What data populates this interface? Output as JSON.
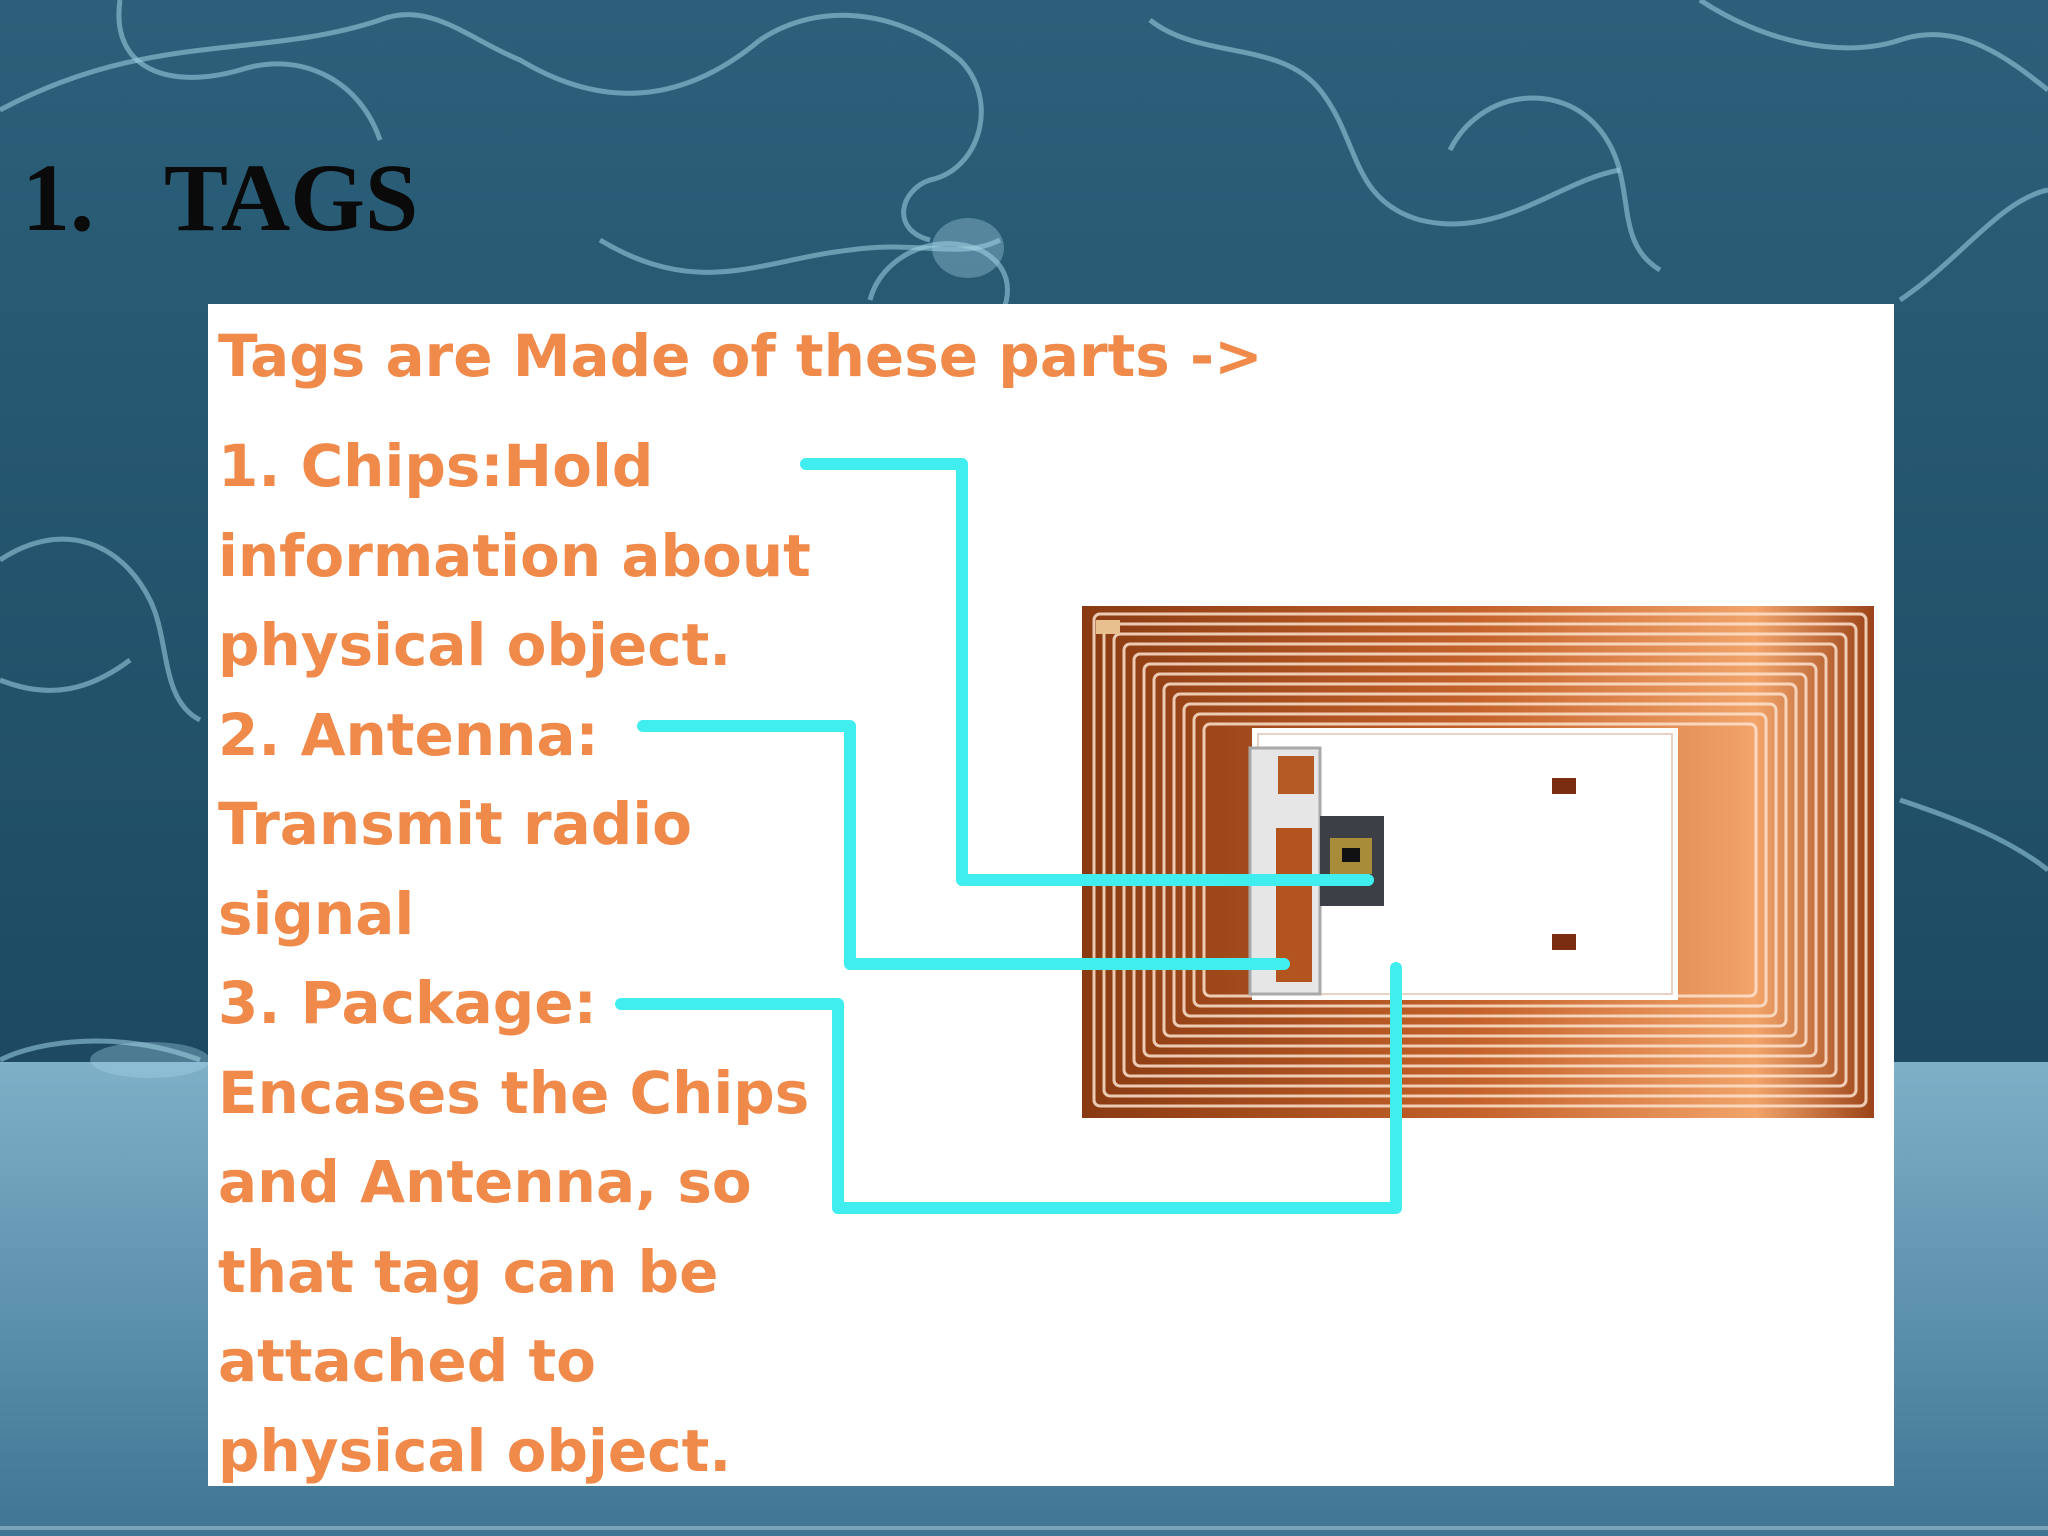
{
  "slide": {
    "title_number": "1.",
    "title_text": "TAGS"
  },
  "panel": {
    "heading": "Tags are Made of these parts ->",
    "lines": [
      "1. Chips:Hold",
      "information about",
      "physical object.",
      "2. Antenna:",
      "Transmit radio",
      "signal",
      "3. Package:",
      "Encases the Chips",
      "and Antenna, so",
      "that tag can be",
      "attached to",
      "physical object."
    ]
  },
  "colors": {
    "slide_bg_dark": "#1e4e66",
    "slide_bg_light": "#6a9db7",
    "text_orange": "#f08a4b",
    "callout_cyan": "#40eef0",
    "copper": "#c8692f"
  },
  "image": {
    "subject": "rfid-tag-with-coil-antenna-and-chip"
  }
}
